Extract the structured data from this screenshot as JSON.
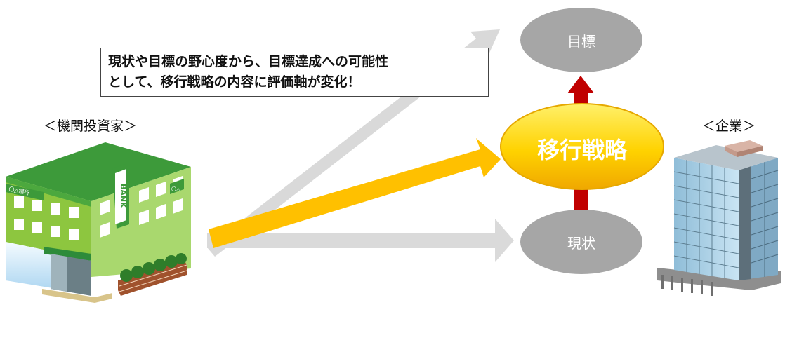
{
  "labels": {
    "investor": "＜機関投資家＞",
    "company": "＜企業＞"
  },
  "callout": {
    "line1": "現状や目標の野心度から、目標達成への可能性",
    "line2": "として、移行戦略の内容に評価軸が変化！"
  },
  "nodes": {
    "goal": "目標",
    "strategy": "移行戦略",
    "current": "現状"
  },
  "bank": {
    "sign": "BANK",
    "plate": "〇△銀行",
    "small_sign": "〇△"
  },
  "colors": {
    "gray_arrow": "#d9d9d9",
    "yellow_arrow": "#ffc000",
    "red_arrow": "#c00000",
    "gray_node": "#a6a6a6",
    "strategy_fill": "#ffd200",
    "strategy_border": "#e6a800",
    "bank_green": "#8dc63f",
    "bank_dark_green": "#3d9a3a"
  }
}
